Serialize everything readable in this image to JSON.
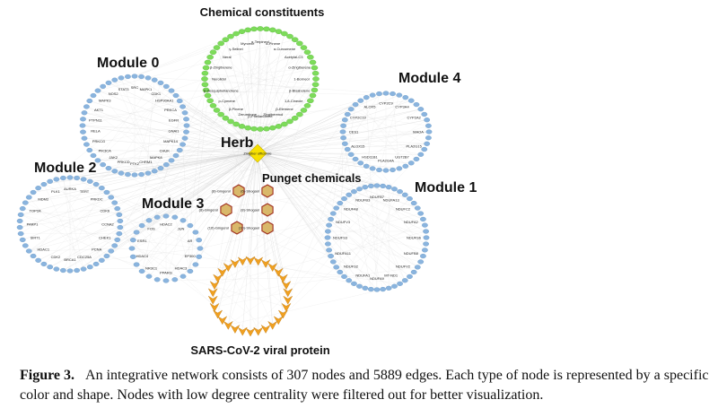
{
  "labels": {
    "chemical": "Chemical constituents",
    "module0": "Module 0",
    "module4": "Module 4",
    "herb": "Herb",
    "herb_node": "Zingiber officinale",
    "punget": "Punget chemicals",
    "module2": "Module 2",
    "module3": "Module 3",
    "module1": "Module 1",
    "sars": "SARS-CoV-2 viral protein"
  },
  "chemical_nodes": [
    "α-Terpineol",
    "α-Pinene",
    "α-Curcumene",
    "Acetylal-C3",
    "α-Zingiberene",
    "1-Borneol",
    "β-Bisabolene",
    "1,8-Cineole",
    "β-Elemene",
    "Zingiberenol",
    "β-Phellandrene",
    "Zerumbone",
    "β-Pinene",
    "p-Cymene",
    "β-Sesquiphellandrene",
    "Nerolidol",
    "β-Zingiberene",
    "Neral",
    "γ-Selinei",
    "Myrcene"
  ],
  "module0_nodes": [
    "SRC",
    "MAPK1",
    "CDK1",
    "HSP90AA1",
    "PRKCA",
    "EGFR",
    "GNAI1",
    "MAPK14",
    "CHUK",
    "MAPK8",
    "CHRM1",
    "PTK2",
    "PRKCD",
    "JAK2",
    "PIK3CA",
    "PRKCG",
    "RELA",
    "PTPN11",
    "AKT1",
    "MAPK3",
    "NOS2",
    "STAT3"
  ],
  "module4_nodes": [
    "CYP2C9",
    "CYP3A4",
    "CYP2A2",
    "MAOA",
    "PLA2G15",
    "UGT2B7",
    "PLA2G4A",
    "HSD11B1",
    "ALOX15",
    "CES1",
    "CYP2C19",
    "ALOX5"
  ],
  "module2_nodes": [
    "AURKA",
    "TERT",
    "PRKDC",
    "CDK6",
    "CCNA2",
    "CHEK1",
    "PCNA",
    "CDC25A",
    "BRCA1",
    "CDK2",
    "HDAC1",
    "SIRT1",
    "PARP1",
    "TOP2A",
    "MDM2",
    "PLK1"
  ],
  "module3_nodes": [
    "HDAC2",
    "JUN",
    "AR",
    "EP300",
    "HDAC3",
    "PPARG",
    "NR3C1",
    "HDAC4",
    "ESR1",
    "FOS"
  ],
  "module1_nodes": [
    "NDUFB7",
    "NDUFA13",
    "NDUFC2",
    "NDUFA2",
    "NDUFS6",
    "NDUFB8",
    "NDUFV2",
    "MT-ND1",
    "NDUFA9",
    "NDUFA1",
    "NDUFS2",
    "NDUFA11",
    "NDUFS3",
    "NDUFV3",
    "NDUFA8",
    "NDUFB3"
  ],
  "punget_nodes": [
    "(6)-Gingerol",
    "(6)-Shogaol",
    "(8)-Gingerol",
    "(8)-Shogaol",
    "(10)-Gingerol",
    "(10)-Shogaol"
  ],
  "caption": {
    "prefix": "Figure 3.",
    "text": "An integrative network consists of 307 nodes and 5889 edges. Each type of node is represented by a specific color and shape. Nodes with low degree centrality were filtered out for better visualization."
  },
  "colors": {
    "chemical": "#7ddc5a",
    "module": "#8ab4de",
    "herb": "#f7e000",
    "punget": "#d9b86a",
    "punget_stroke": "#a03020",
    "sars": "#f0a020",
    "edge": "#c8c8c8"
  }
}
